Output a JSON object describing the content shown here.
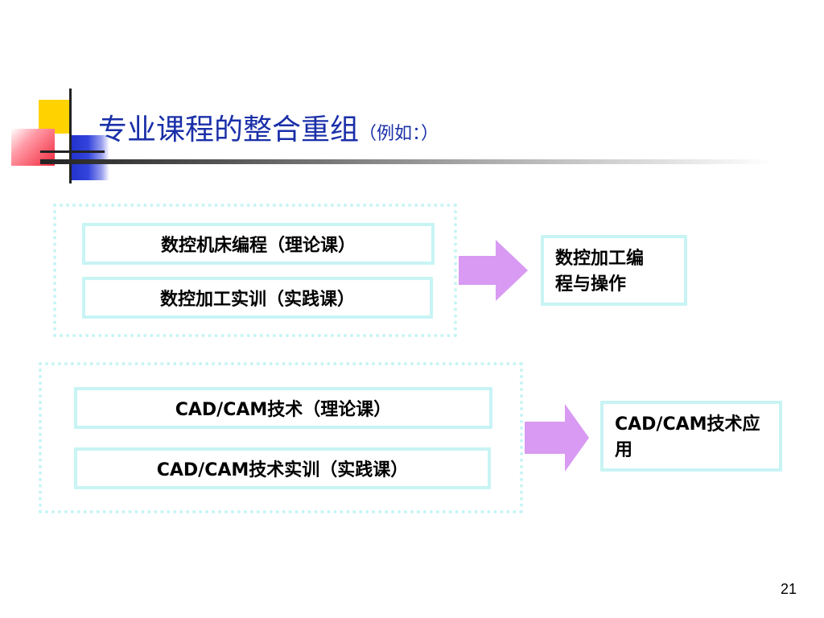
{
  "slide": {
    "title": "专业课程的整合重组",
    "title_suffix": "（例如：）",
    "page_number": "21"
  },
  "groups": [
    {
      "courses": [
        "数控机床编程（理论课）",
        "数控加工实训（实践课）"
      ],
      "result": [
        "数控加工编",
        "程与操作"
      ]
    },
    {
      "courses": [
        "CAD/CAM技术（理论课）",
        "CAD/CAM技术实训（实践课）"
      ],
      "result": [
        "CAD/CAM技术应",
        "用"
      ]
    }
  ],
  "colors": {
    "title": "#1a2fa8",
    "box_border": "#c8f4f4",
    "arrow": "#d89af2"
  }
}
